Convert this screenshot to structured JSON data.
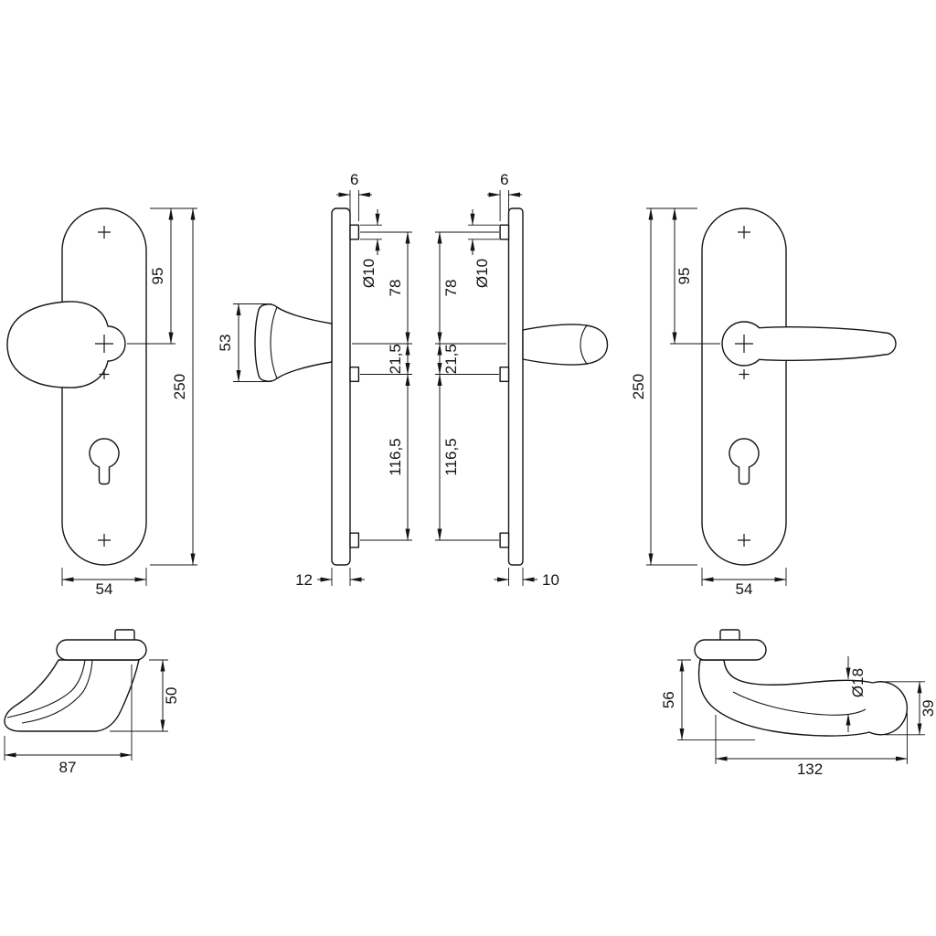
{
  "front_knob_view": {
    "axis_height": "95",
    "plate_height": "250",
    "plate_width": "54"
  },
  "side_knob_view": {
    "pin_protrusion": "6",
    "pin_diameter": "Ø10",
    "pin_to_axis": "78",
    "knob_height": "53",
    "axis_to_mid_fixing": "21,5",
    "mid_to_bottom_fixing": "116,5",
    "plate_thickness": "12"
  },
  "side_lever_view": {
    "pin_protrusion": "6",
    "pin_diameter": "Ø10",
    "pin_to_axis": "78",
    "axis_to_mid_fixing": "21,5",
    "mid_to_bottom_fixing": "116,5",
    "plate_thickness": "10"
  },
  "front_lever_view": {
    "axis_height": "95",
    "plate_height": "250",
    "plate_width": "54"
  },
  "top_knob_view": {
    "handle_height": "50",
    "handle_depth": "87"
  },
  "top_lever_view": {
    "handle_height": "56",
    "grip_diameter": "Ø18",
    "handle_length": "132",
    "grip_end_height": "39"
  }
}
